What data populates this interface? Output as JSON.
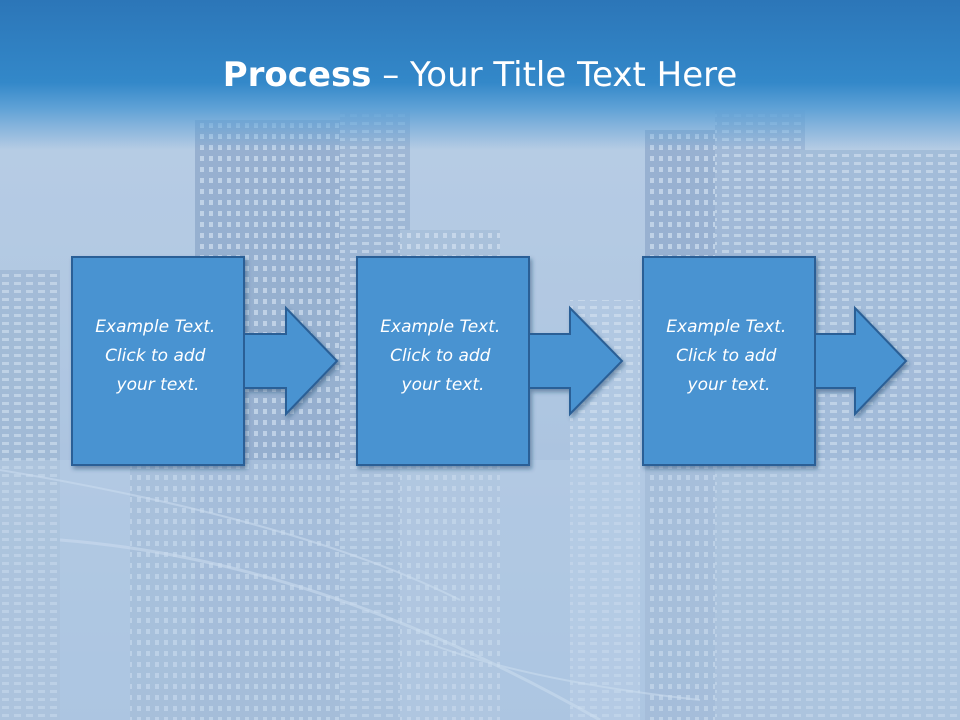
{
  "slide": {
    "title_bold": "Process",
    "title_rest": " – Your Title Text Here"
  },
  "steps": [
    {
      "lines": [
        "Example Text.",
        "Click  to add",
        "your text."
      ]
    },
    {
      "lines": [
        "Example Text.",
        "Click  to add",
        "your text."
      ]
    },
    {
      "lines": [
        "Example Text.",
        "Click  to add",
        "your text."
      ]
    }
  ],
  "colors": {
    "header": "#3388c9",
    "box_fill": "#4a93d1",
    "box_stroke": "#2c5f96",
    "text": "#ffffff"
  }
}
